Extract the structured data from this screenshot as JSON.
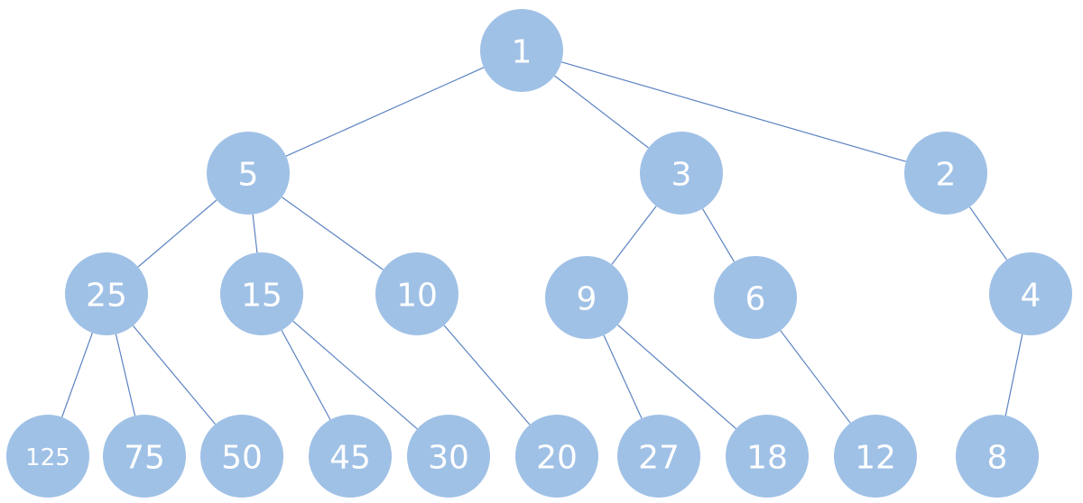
{
  "nodes": [
    {
      "id": "1",
      "label": "1"
    },
    {
      "id": "5",
      "label": "5"
    },
    {
      "id": "3",
      "label": "3"
    },
    {
      "id": "2",
      "label": "2"
    },
    {
      "id": "25",
      "label": "25"
    },
    {
      "id": "15",
      "label": "15"
    },
    {
      "id": "10",
      "label": "10"
    },
    {
      "id": "9",
      "label": "9"
    },
    {
      "id": "6",
      "label": "6"
    },
    {
      "id": "4",
      "label": "4"
    },
    {
      "id": "125",
      "label": "125"
    },
    {
      "id": "75",
      "label": "75"
    },
    {
      "id": "50",
      "label": "50"
    },
    {
      "id": "45",
      "label": "45"
    },
    {
      "id": "30",
      "label": "30"
    },
    {
      "id": "20",
      "label": "20"
    },
    {
      "id": "27",
      "label": "27"
    },
    {
      "id": "18",
      "label": "18"
    },
    {
      "id": "12",
      "label": "12"
    },
    {
      "id": "8",
      "label": "8"
    }
  ],
  "edges": [
    [
      "1",
      "5"
    ],
    [
      "1",
      "3"
    ],
    [
      "1",
      "2"
    ],
    [
      "5",
      "25"
    ],
    [
      "5",
      "15"
    ],
    [
      "5",
      "10"
    ],
    [
      "3",
      "9"
    ],
    [
      "3",
      "6"
    ],
    [
      "2",
      "4"
    ],
    [
      "25",
      "125"
    ],
    [
      "25",
      "75"
    ],
    [
      "25",
      "50"
    ],
    [
      "15",
      "45"
    ],
    [
      "15",
      "30"
    ],
    [
      "10",
      "20"
    ],
    [
      "9",
      "27"
    ],
    [
      "9",
      "18"
    ],
    [
      "6",
      "12"
    ],
    [
      "4",
      "8"
    ]
  ],
  "colors": {
    "node_fill": "#a0c1e6",
    "edge": "#5b83c2",
    "text": "#ffffff"
  }
}
